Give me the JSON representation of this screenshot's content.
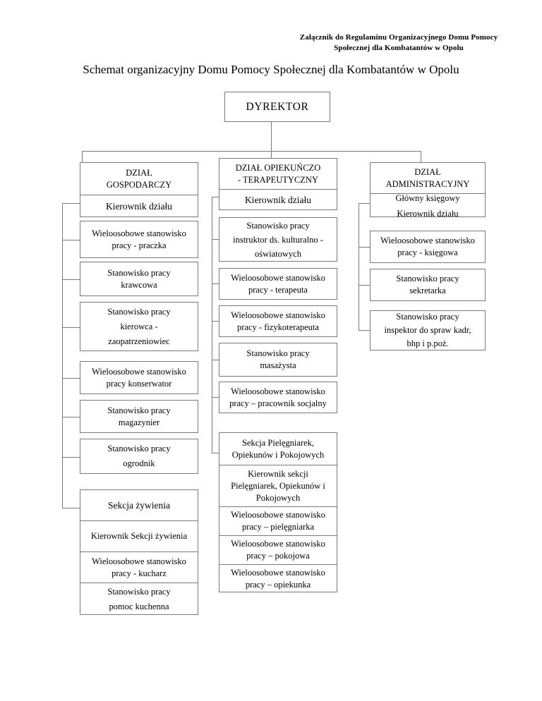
{
  "document": {
    "header_line1": "Załącznik do Regulaminu Organizacyjnego",
    "header_line2": "Domu Pomocy Społecznej dla Kombatantów w Opolu",
    "title": "Schemat organizacyjny Domu Pomocy Społecznej dla Kombatantów w Opolu"
  },
  "chart_data": {
    "type": "diagram",
    "diagram_kind": "organizational-chart",
    "root": "DYREKTOR"
  },
  "root": {
    "label": "DYREKTOR"
  },
  "departments": [
    {
      "id": "gospodarczy",
      "title_line1": "DZIAŁ",
      "title_line2": "GOSPODARCZY",
      "manager": "Kierownik działu",
      "positions": [
        {
          "line1": "Wieloosobowe stanowisko",
          "line2": "pracy - praczka"
        },
        {
          "line1": "Stanowisko pracy",
          "line2": "krawcowa"
        },
        {
          "line1": "Stanowisko pracy",
          "line2": "kierowca -",
          "line3": "zaopatrzeniowiec"
        },
        {
          "line1": "Wieloosobowe stanowisko",
          "line2": "pracy konserwator"
        },
        {
          "line1": "Stanowisko pracy",
          "line2": "magazynier"
        },
        {
          "line1": "Stanowisko pracy",
          "line2": "ogrodnik"
        }
      ],
      "section": {
        "title": "Sekcja żywienia",
        "cells": [
          {
            "line1": "Kierownik Sekcji żywienia"
          },
          {
            "line1": "Wieloosobowe stanowisko",
            "line2": "pracy - kucharz"
          },
          {
            "line1": "Stanowisko pracy",
            "line2": "pomoc kuchenna"
          }
        ]
      }
    },
    {
      "id": "opiekunczo-terapeutyczny",
      "title_line1": "DZIAŁ OPIEKUŃCZO",
      "title_line2": "- TERAPEUTYCZNY",
      "manager": "Kierownik działu",
      "positions": [
        {
          "line1": "Stanowisko pracy",
          "line2": "instruktor ds. kulturalno -",
          "line3": "oświatowych"
        },
        {
          "line1": "Wieloosobowe stanowisko",
          "line2": "pracy -  terapeuta"
        },
        {
          "line1": "Wieloosobowe stanowisko",
          "line2": "pracy - fizykoterapeuta"
        },
        {
          "line1": "Stanowisko pracy",
          "line2": "masażysta"
        },
        {
          "line1": "Wieloosobowe stanowisko",
          "line2": "pracy – pracownik socjalny"
        }
      ],
      "section": {
        "title_line1": "Sekcja Pielęgniarek,",
        "title_line2": "Opiekunów i Pokojowych",
        "cells": [
          {
            "line1": "Kierownik sekcji",
            "line2": "Pielęgniarek, Opiekunów i",
            "line3": "Pokojowych"
          },
          {
            "line1": "Wieloosobowe stanowisko",
            "line2": "pracy – pielęgniarka"
          },
          {
            "line1": "Wieloosobowe stanowisko",
            "line2": "pracy – pokojowa"
          },
          {
            "line1": "Wieloosobowe stanowisko",
            "line2": "pracy – opiekunka"
          }
        ]
      }
    },
    {
      "id": "administracyjny",
      "title_line1": "DZIAŁ",
      "title_line2": "ADMINISTRACYJNY",
      "manager_line1": "Główny księgowy",
      "manager_line2": "Kierownik działu",
      "positions": [
        {
          "line1": "Wieloosobowe stanowisko",
          "line2": "pracy - księgowa"
        },
        {
          "line1": "Stanowisko pracy",
          "line2": "sekretarka"
        },
        {
          "line1": "Stanowisko pracy",
          "line2": "inspektor do spraw kadr,",
          "line3": "bhp i p.poż."
        }
      ]
    }
  ]
}
